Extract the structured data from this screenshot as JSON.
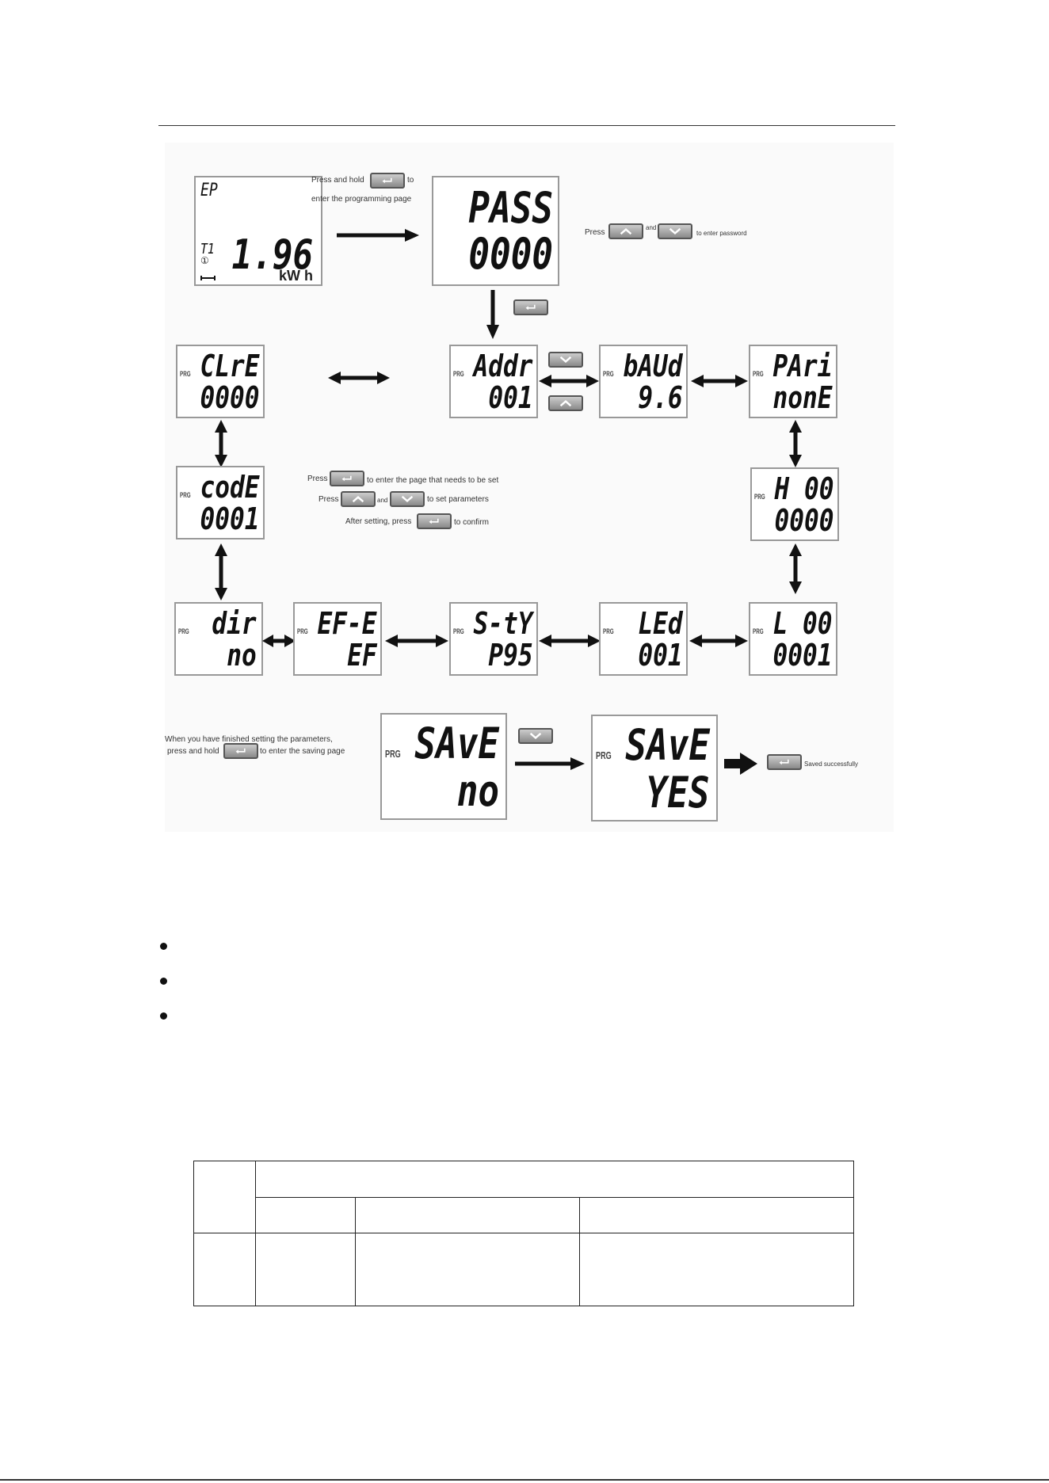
{
  "screens": {
    "main": {
      "top": "EP",
      "t1": "T1",
      "circle": "①",
      "value": "1.96",
      "unit": "kW h"
    },
    "pass": {
      "line1": "PASS",
      "line2": "0000"
    },
    "addr": {
      "prg": "PRG",
      "line1": "Addr",
      "line2": "001"
    },
    "baud": {
      "prg": "PRG",
      "line1": "bAUd",
      "line2": "9.6"
    },
    "pari": {
      "prg": "PRG",
      "line1": "PAri",
      "line2": "nonE"
    },
    "clre": {
      "prg": "PRG",
      "line1": "CLrE",
      "line2": "0000"
    },
    "code": {
      "prg": "PRG",
      "line1": "codE",
      "line2": "0001"
    },
    "h00": {
      "prg": "PRG",
      "line1": "H 00",
      "line2": "0000"
    },
    "dir": {
      "prg": "PRG",
      "line1": "dir",
      "line2": "no"
    },
    "efe": {
      "prg": "PRG",
      "line1": "EF-E",
      "line2": "EF"
    },
    "sty": {
      "prg": "PRG",
      "line1": "S-tY",
      "line2": "P95"
    },
    "led": {
      "prg": "PRG",
      "line1": "LEd",
      "line2": "001"
    },
    "l00": {
      "prg": "PRG",
      "line1": "L 00",
      "line2": "0001"
    },
    "save_no": {
      "prg": "PRG",
      "line1": "SAvE",
      "line2": "no"
    },
    "save_yes": {
      "prg": "PRG",
      "line1": "SAvE",
      "line2": "YES"
    }
  },
  "notes": {
    "hold_a": "Press and hold",
    "hold_b": "to",
    "hold_c": "enter the programming page",
    "pw_a": "Press",
    "pw_b": "and",
    "pw_c": "to enter password",
    "set1_a": "Press",
    "set1_b": "to enter the page that needs to be set",
    "set2_a": "Press",
    "set2_b": "and",
    "set2_c": "to set parameters",
    "set3_a": "After setting, press",
    "set3_b": "to confirm",
    "save1": "When you have finished setting the parameters,",
    "save2_a": "press and hold",
    "save2_b": "to enter the saving page",
    "saved": "Saved successfully"
  }
}
